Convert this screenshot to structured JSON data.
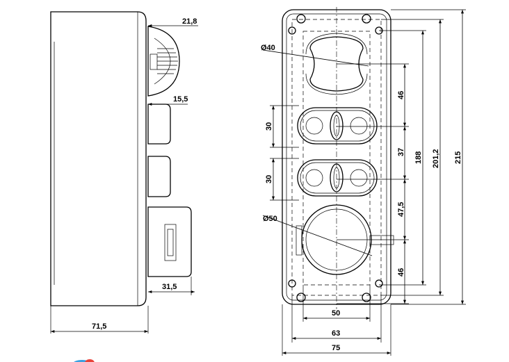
{
  "side_view": {
    "dim_button_projection": "21,8",
    "dim_selector_projection": "15,5",
    "dim_cable_box": "31,5",
    "dim_depth": "71,5"
  },
  "front_view": {
    "dim_mushroom_diameter": "Ø40",
    "dim_big_button_diameter": "Ø50",
    "dim_selector1_height": "30",
    "dim_selector2_height": "30",
    "dim_pitch_1": "46",
    "dim_pitch_2": "37",
    "dim_pitch_3": "47,5",
    "dim_pitch_4": "46",
    "dim_hole_spacing": "188",
    "dim_inner_height": "201,2",
    "dim_overall_height": "215",
    "dim_hole_width": "50",
    "dim_inner_width": "63",
    "dim_overall_width": "75"
  },
  "colors": {
    "line": "#000000",
    "logo_blue": "#3aa0e0",
    "logo_red": "#e8423a"
  }
}
